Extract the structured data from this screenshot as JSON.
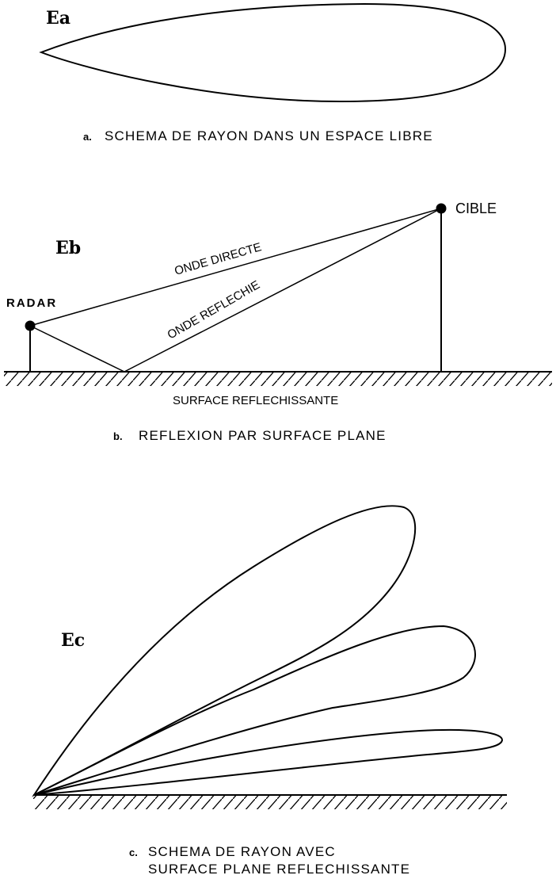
{
  "panel_a": {
    "tag": "Ea",
    "caption_letter": "a.",
    "caption": "SCHEMA DE RAYON DANS UN ESPACE LIBRE"
  },
  "panel_b": {
    "tag": "Eb",
    "radar_label": "RADAR",
    "target_label": "CIBLE",
    "direct_wave_label": "ONDE DIRECTE",
    "reflected_wave_label": "ONDE REFLECHIE",
    "surface_label": "SURFACE REFLECHISSANTE",
    "caption_letter": "b.",
    "caption": "REFLEXION PAR SURFACE PLANE"
  },
  "panel_c": {
    "tag": "Ec",
    "caption_letter": "c.",
    "caption_line1": "SCHEMA DE RAYON AVEC",
    "caption_line2": "SURFACE PLANE REFLECHISSANTE"
  }
}
